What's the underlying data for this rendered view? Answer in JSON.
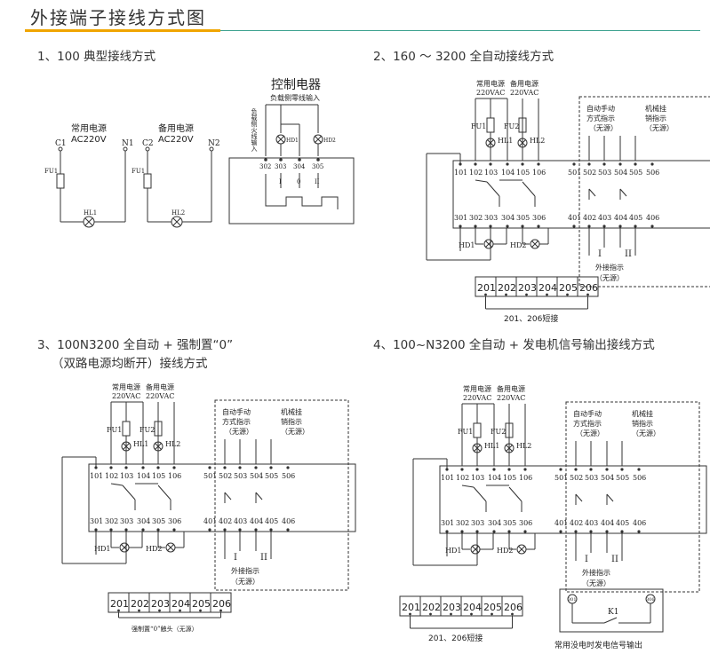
{
  "page_title": "外接端子接线方式图",
  "sections": {
    "s1": "1、100 典型接线方式",
    "s2": "2、160 ～ 3200 全自动接线方式",
    "s3_line1": "3、100N3200 全自动 + 强制置“0”",
    "s3_line2": "（双路电源均断开）接线方式",
    "s4": "4、100~N3200 全自动 + 发电机信号输出接线方式"
  },
  "d1": {
    "c1": "C1",
    "n1": "N1",
    "c2": "C2",
    "n2": "N2",
    "common_power": "常用电源",
    "standby_power": "备用电源",
    "ac220": "AC220V",
    "fu1": "FU1",
    "hl1": "HL1",
    "hl2": "HL2",
    "ctrl_title": "控制电器",
    "ctrl_sub": "负载侧零线输入",
    "load_fire": "负载侧火线输入",
    "hd1": "HD1",
    "hd2": "HD2",
    "t302": "302",
    "t303": "303",
    "t304": "304",
    "t305": "305",
    "sym_i": "I",
    "sym_0": "0",
    "sym_ii": "II"
  },
  "auto": {
    "common_power": "常用电源",
    "standby_power": "备用电源",
    "vac": "220VAC",
    "fu1": "FU1",
    "fu2": "FU2",
    "hl1": "HL1",
    "hl2": "HL2",
    "auto_manual": "自动手动",
    "mode_ind": "方式指示",
    "no_src": "（无源）",
    "mech": "机械挂",
    "mech2": "销指示",
    "top_terms": [
      "101",
      "102",
      "103",
      "104",
      "105",
      "106",
      "501",
      "502",
      "503",
      "504",
      "505",
      "506"
    ],
    "bot_terms": [
      "301",
      "302",
      "303",
      "304",
      "305",
      "306",
      "401",
      "402",
      "403",
      "404",
      "405",
      "406"
    ],
    "hd1": "HD1",
    "hd2": "HD2",
    "ext_ind": "外接指示",
    "sym_i": "I",
    "sym_ii": "II"
  },
  "terms_20x": [
    "201",
    "202",
    "203",
    "204",
    "205",
    "206"
  ],
  "short_201_206": "201、206短接",
  "force_zero_note": "强制置“0”触头（无源）",
  "gen": {
    "t301": "301",
    "t306": "306",
    "k1": "K1",
    "caption": "常用没电时发电信号输出"
  }
}
